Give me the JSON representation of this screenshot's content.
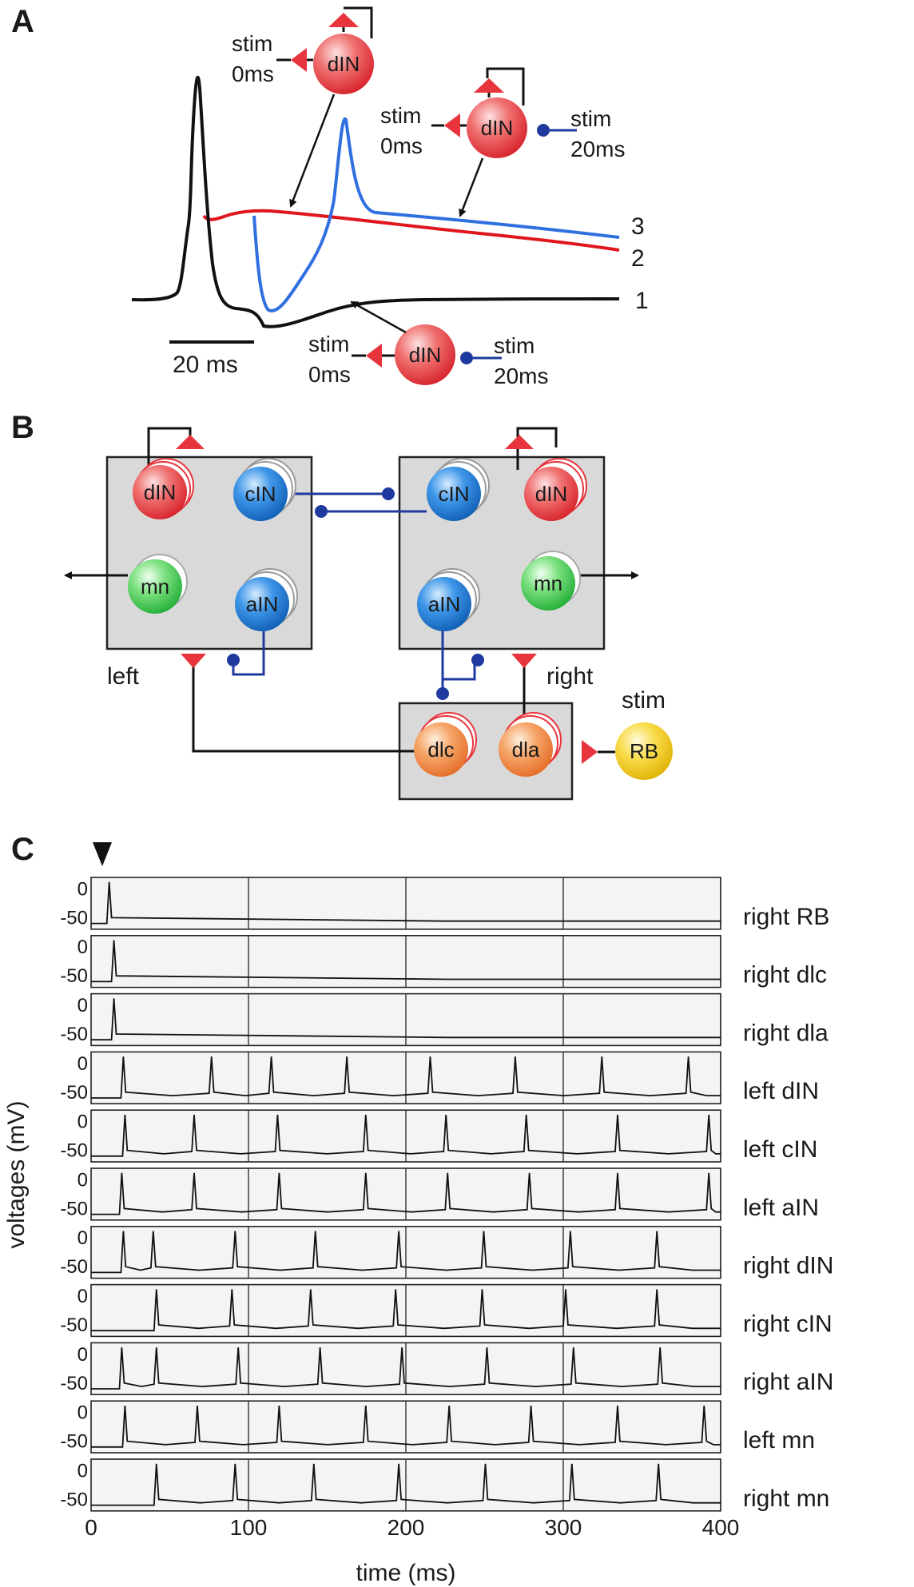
{
  "panel_a": {
    "label": "A",
    "scale_bar_label": "20 ms",
    "trace_labels": [
      "1",
      "2",
      "3"
    ],
    "colors": {
      "trace1": "#111111",
      "trace2": "#e0161e",
      "trace3": "#2f6fe0",
      "excitatory": "#e8343c",
      "inhibitory": "#1f3a9e"
    },
    "cells": {
      "top": {
        "name": "dIN",
        "stim_left": [
          "stim",
          "0ms"
        ]
      },
      "middle": {
        "name": "dIN",
        "stim_left": [
          "stim",
          "0ms"
        ],
        "stim_right": [
          "stim",
          "20ms"
        ]
      },
      "bottom": {
        "name": "dIN",
        "stim_left": [
          "stim",
          "0ms"
        ],
        "stim_right": [
          "stim",
          "20ms"
        ]
      }
    }
  },
  "panel_b": {
    "label": "B",
    "left_label": "left",
    "right_label": "right",
    "stim_label": "stim",
    "left_box": [
      "dIN",
      "cIN",
      "mn",
      "aIN"
    ],
    "right_box": [
      "cIN",
      "dIN",
      "aIN",
      "mn"
    ],
    "sensory_box": [
      "dlc",
      "dla"
    ],
    "rb": "RB",
    "colors": {
      "dIN": "#e8343c",
      "cIN": "#1f7fd8",
      "aIN": "#1f7fd8",
      "mn": "#38c64a",
      "dl": "#f08a3c",
      "rb": "#f2c418",
      "box": "#d9d9d9"
    }
  },
  "panel_c": {
    "label": "C",
    "ylabel": "voltages (mV)",
    "xlabel": "time (ms)",
    "x_ticks": [
      "0",
      "100",
      "200",
      "300",
      "400"
    ],
    "y_tick_labels": [
      "0",
      "-50"
    ],
    "rows": [
      "right RB",
      "right dlc",
      "right dla",
      "left dIN",
      "left cIN",
      "left aIN",
      "right dIN",
      "right cIN",
      "right aIN",
      "left mn",
      "right mn"
    ]
  },
  "chart_data": {
    "type": "line",
    "xlim": [
      0,
      400
    ],
    "ylim": [
      -70,
      20
    ],
    "xlabel": "time (ms)",
    "ylabel": "voltages (mV)",
    "stimulus_time_ms": 8,
    "series": [
      {
        "name": "right RB",
        "spikes_ms": [
          12
        ]
      },
      {
        "name": "right dlc",
        "spikes_ms": [
          15
        ]
      },
      {
        "name": "right dla",
        "spikes_ms": [
          15
        ]
      },
      {
        "name": "left dIN",
        "spikes_ms": [
          21,
          77,
          115,
          163,
          216,
          270,
          325,
          380
        ]
      },
      {
        "name": "left cIN",
        "spikes_ms": [
          22,
          66,
          119,
          175,
          226,
          277,
          335,
          393
        ]
      },
      {
        "name": "left aIN",
        "spikes_ms": [
          20,
          66,
          120,
          175,
          227,
          279,
          335,
          393
        ]
      },
      {
        "name": "right dIN",
        "spikes_ms": [
          21,
          40,
          92,
          143,
          196,
          250,
          305,
          360
        ]
      },
      {
        "name": "right cIN",
        "spikes_ms": [
          42,
          90,
          140,
          194,
          249,
          302,
          360
        ]
      },
      {
        "name": "right aIN",
        "spikes_ms": [
          20,
          42,
          94,
          146,
          198,
          252,
          307,
          362
        ]
      },
      {
        "name": "left mn",
        "spikes_ms": [
          22,
          68,
          120,
          175,
          228,
          280,
          335,
          390
        ]
      },
      {
        "name": "right mn",
        "spikes_ms": [
          42,
          92,
          142,
          196,
          251,
          306,
          361
        ]
      }
    ]
  }
}
